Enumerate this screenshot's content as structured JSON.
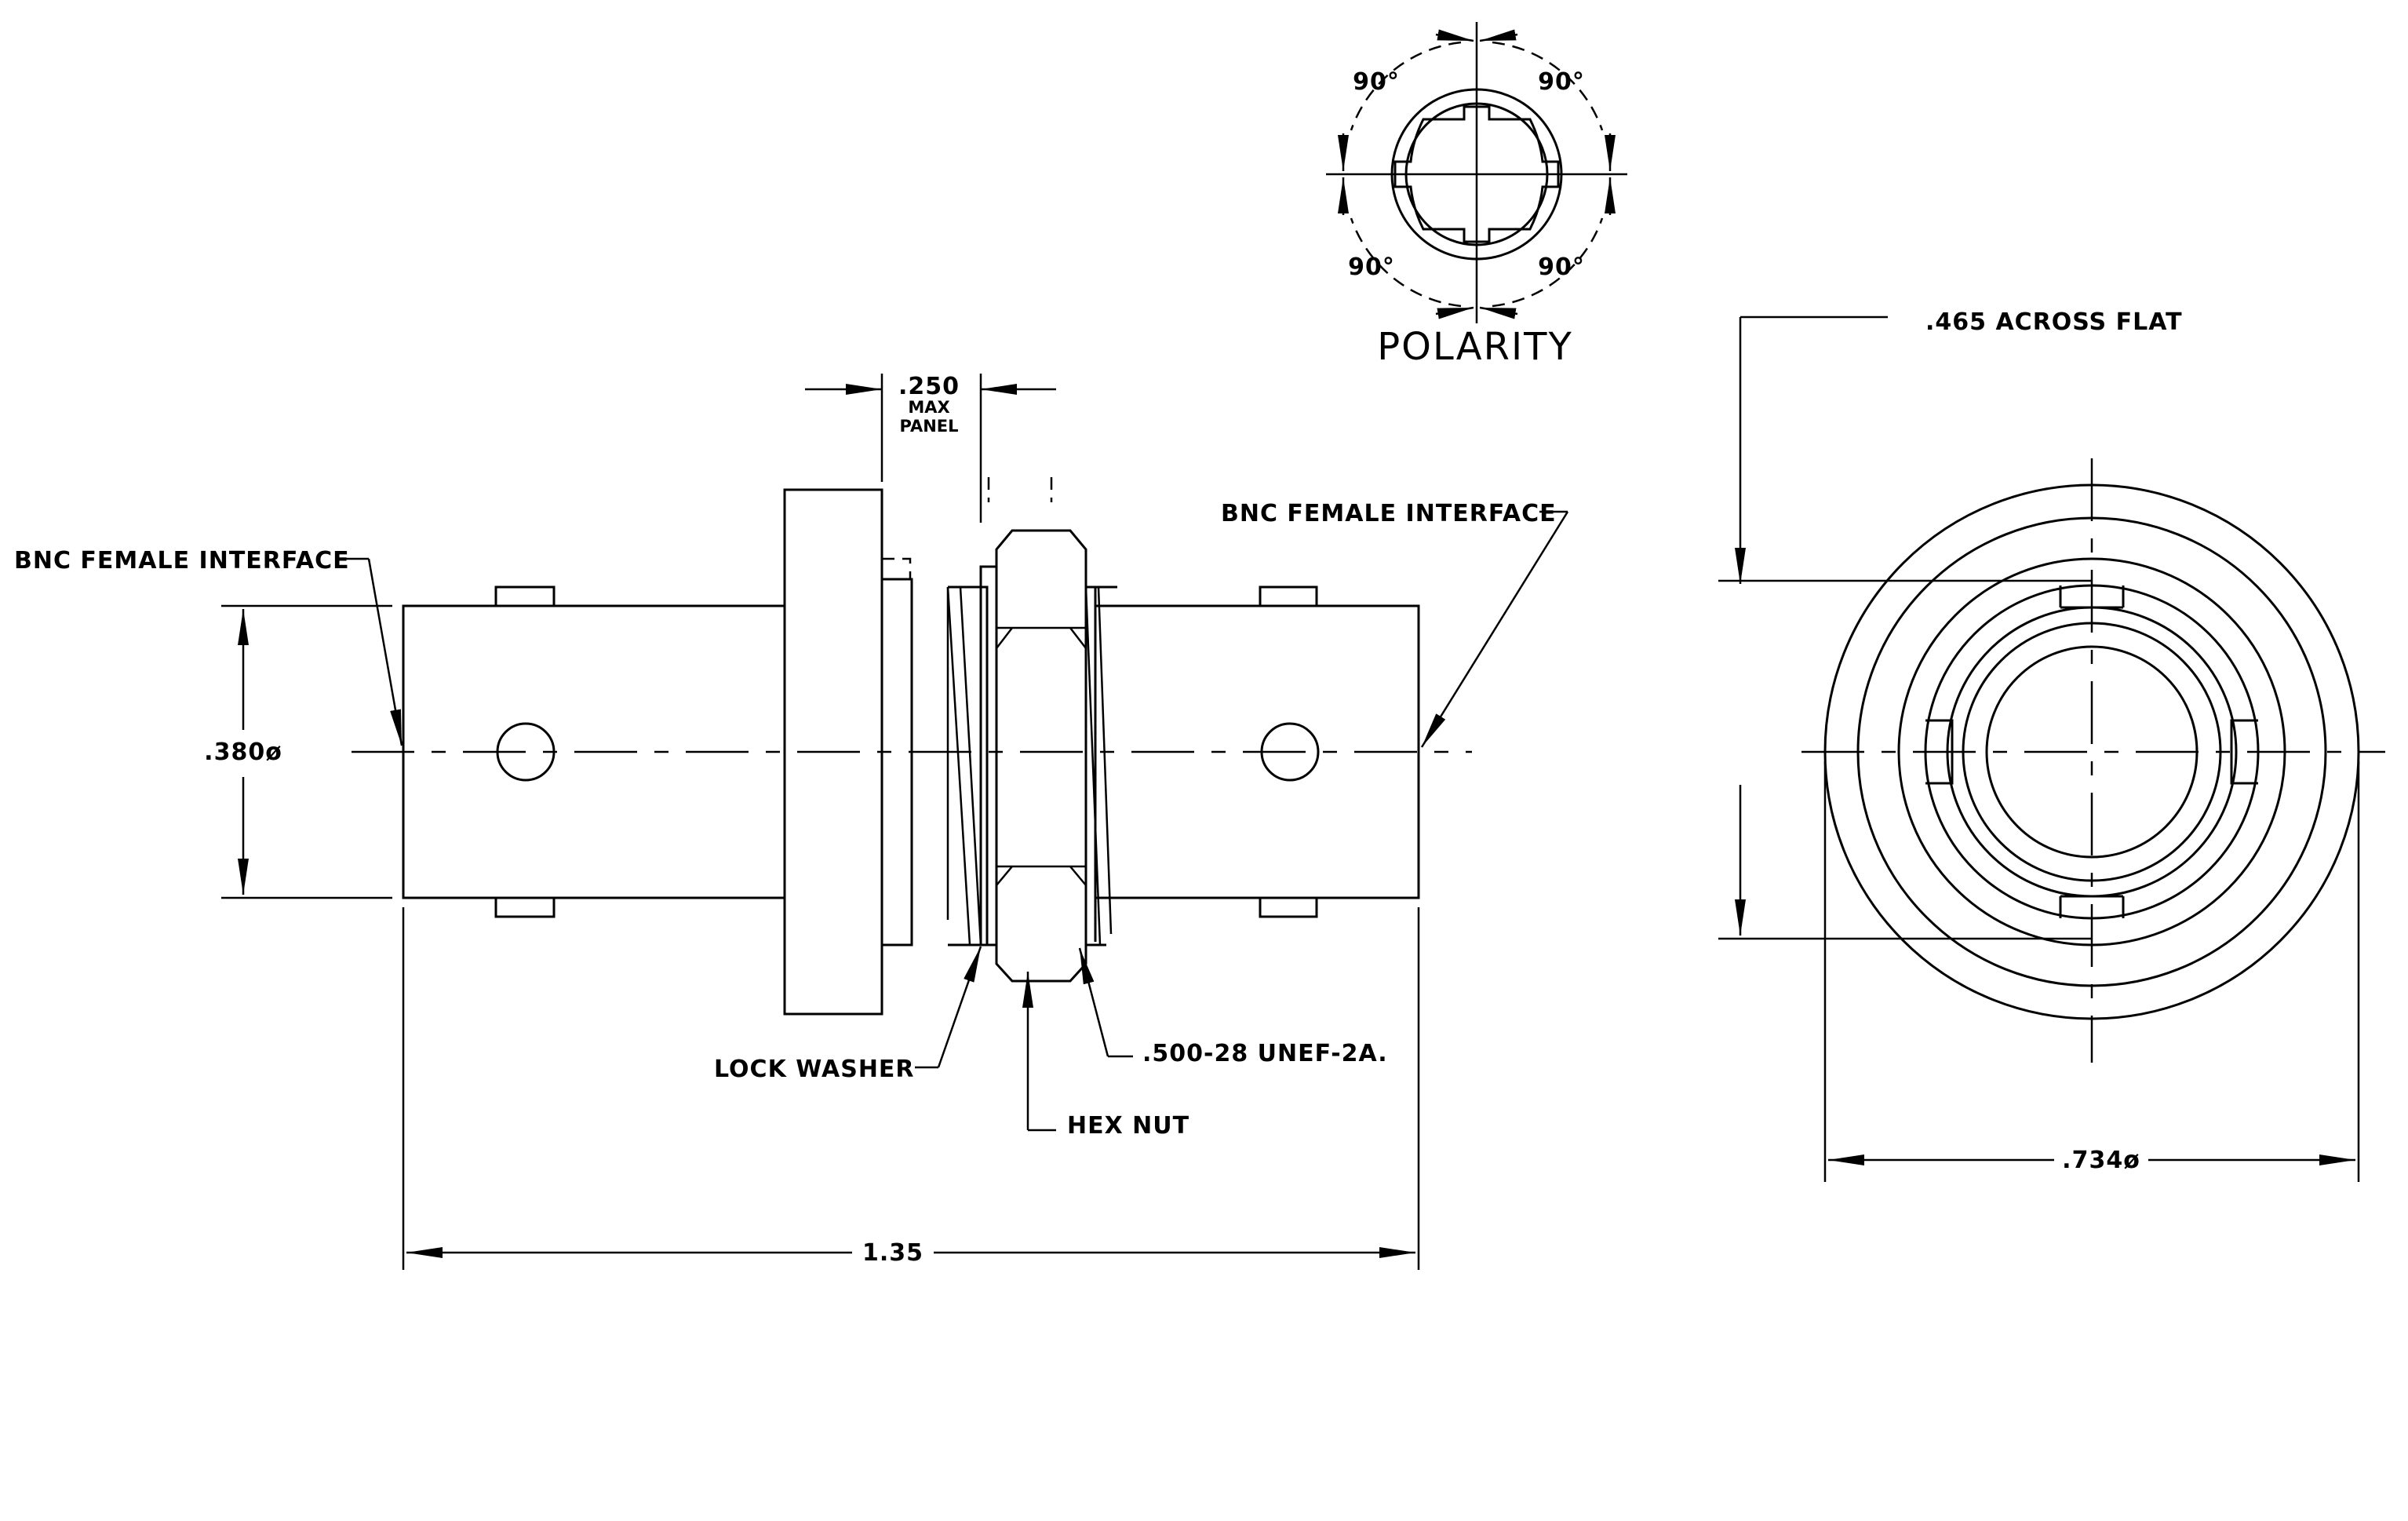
{
  "labels": {
    "left_interface": "BNC FEMALE INTERFACE",
    "right_interface": "BNC FEMALE INTERFACE",
    "diameter_380": ".380ø",
    "panel_thickness": ".250",
    "panel_max": "MAX",
    "panel_panel": "PANEL",
    "lock_washer": "LOCK WASHER",
    "hex_nut": "HEX NUT",
    "thread": ".500-28 UNEF-2A.",
    "overall_length": "1.35",
    "across_flat": ".465 ACROSS FLAT",
    "diameter_734": ".734ø",
    "polarity_title": "POLARITY",
    "angle_top_left": "90°",
    "angle_top_right": "90°",
    "angle_bottom_left": "90°",
    "angle_bottom_right": "90°"
  },
  "colors": {
    "line": "#000000",
    "background": "#ffffff"
  }
}
